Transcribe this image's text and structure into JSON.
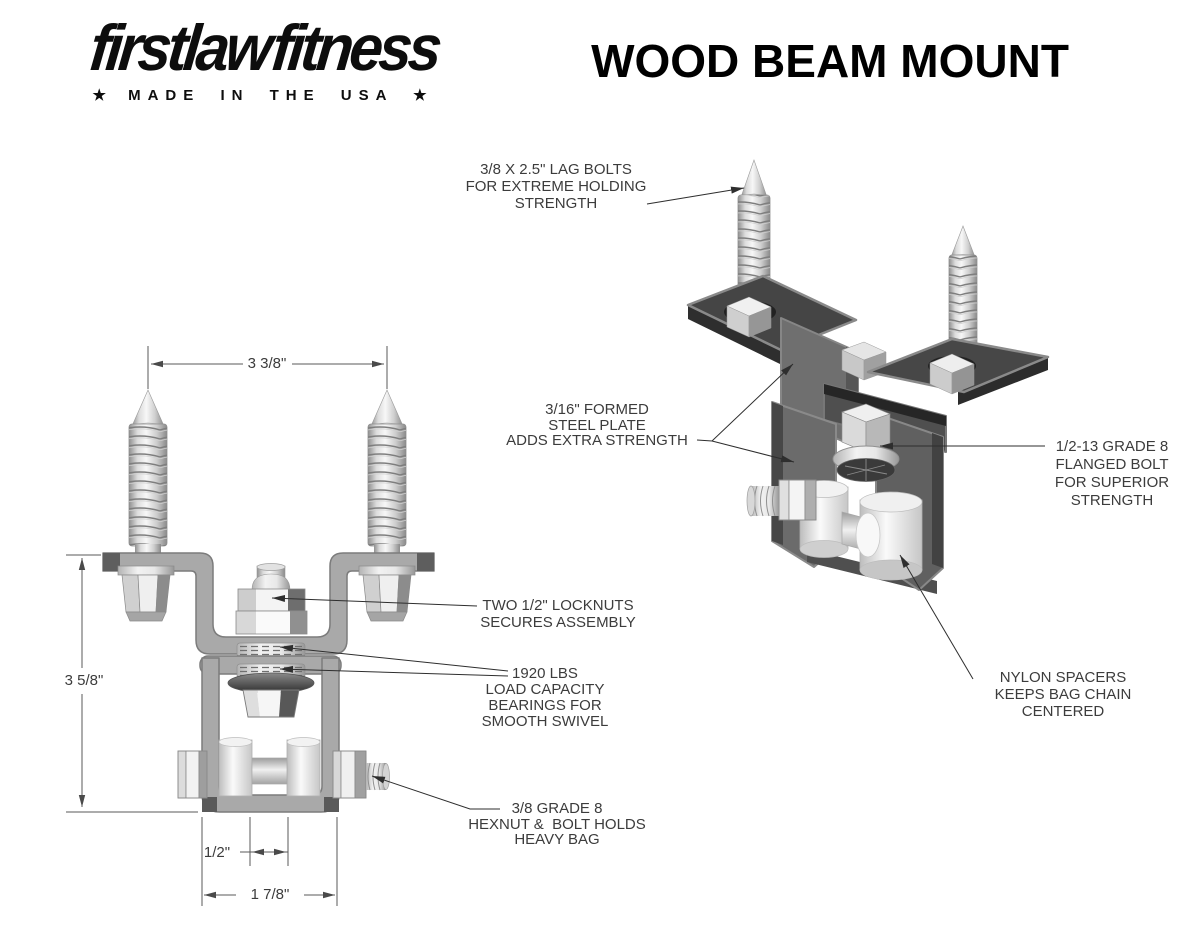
{
  "header": {
    "logo": {
      "word1": "firstlaw",
      "word2": "fitness",
      "star": "★",
      "tagline": "MADE IN THE USA"
    },
    "title": "WOOD BEAM MOUNT"
  },
  "callouts": {
    "lag_bolts": "3/8 X 2.5\" LAG BOLTS\nFOR EXTREME HOLDING\nSTRENGTH",
    "steel_plate": "3/16\" FORMED\nSTEEL PLATE\nADDS EXTRA STRENGTH",
    "flanged_bolt": "1/2-13 GRADE 8\nFLANGED BOLT\nFOR SUPERIOR\nSTRENGTH",
    "locknuts": "TWO 1/2\" LOCKNUTS\nSECURES ASSEMBLY",
    "bearings": "1920 LBS\nLOAD CAPACITY\nBEARINGS FOR\nSMOOTH SWIVEL",
    "spacers": "NYLON SPACERS\nKEEPS BAG CHAIN\nCENTERED",
    "bag_bolt": "3/8 GRADE 8\nHEXNUT &  BOLT HOLDS\nHEAVY BAG"
  },
  "dimensions": {
    "mount_width": "3 3/8\"",
    "mount_height": "3 5/8\"",
    "spacer_gap": "1/2\"",
    "clevis_width": "1 7/8\""
  }
}
